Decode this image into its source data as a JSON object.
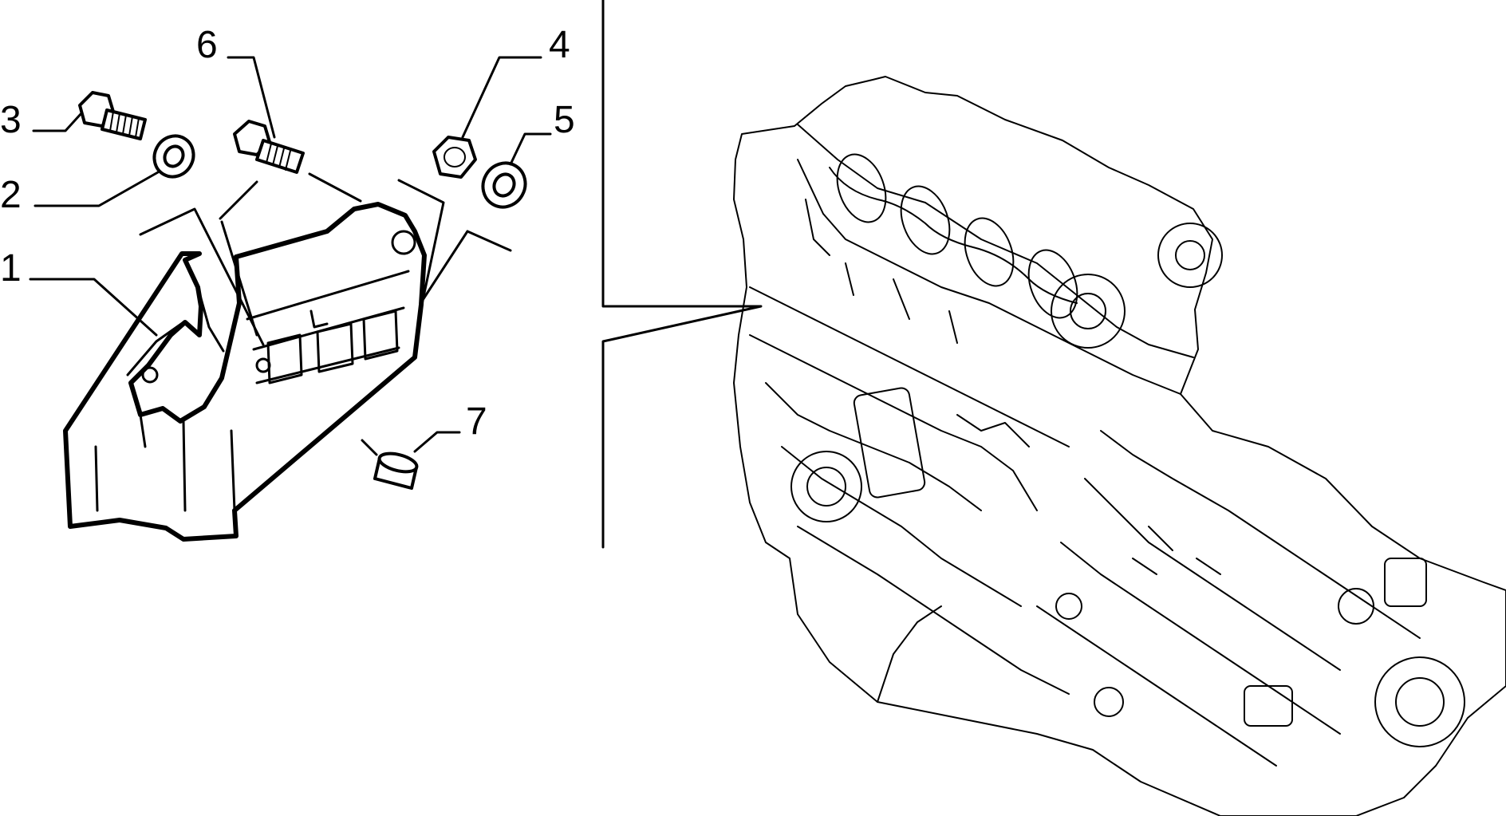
{
  "callouts": [
    {
      "id": "1",
      "label": "1",
      "part": "engine-mount-bracket"
    },
    {
      "id": "2",
      "label": "2",
      "part": "washer"
    },
    {
      "id": "3",
      "label": "3",
      "part": "bolt"
    },
    {
      "id": "4",
      "label": "4",
      "part": "nut"
    },
    {
      "id": "5",
      "label": "5",
      "part": "washer"
    },
    {
      "id": "6",
      "label": "6",
      "part": "bolt"
    },
    {
      "id": "7",
      "label": "7",
      "part": "bushing"
    }
  ]
}
